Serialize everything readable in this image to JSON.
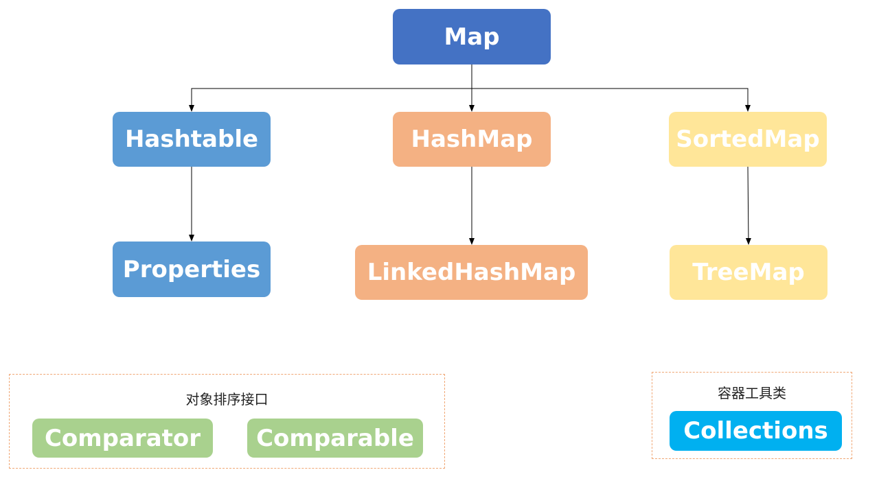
{
  "nodes": {
    "map": "Map",
    "hashtable": "Hashtable",
    "hashmap": "HashMap",
    "sortedmap": "SortedMap",
    "properties": "Properties",
    "linkedhashmap": "LinkedHashMap",
    "treemap": "TreeMap"
  },
  "groups": {
    "sorting": {
      "title": "对象排序接口",
      "items": [
        "Comparator",
        "Comparable"
      ]
    },
    "utility": {
      "title": "容器工具类",
      "items": [
        "Collections"
      ]
    }
  },
  "edges": [
    {
      "from": "Map",
      "to": "Hashtable"
    },
    {
      "from": "Map",
      "to": "HashMap"
    },
    {
      "from": "Map",
      "to": "SortedMap"
    },
    {
      "from": "Hashtable",
      "to": "Properties"
    },
    {
      "from": "HashMap",
      "to": "LinkedHashMap"
    },
    {
      "from": "SortedMap",
      "to": "TreeMap"
    }
  ],
  "colors": {
    "map": "#4472c4",
    "hashtable": "#5b9bd5",
    "hashmap": "#f4b183",
    "sortedmap": "#ffe699",
    "sorting_items": "#a9d18e",
    "collections": "#00b0f0",
    "group_border": "#f0a673",
    "connector": "#000000"
  }
}
